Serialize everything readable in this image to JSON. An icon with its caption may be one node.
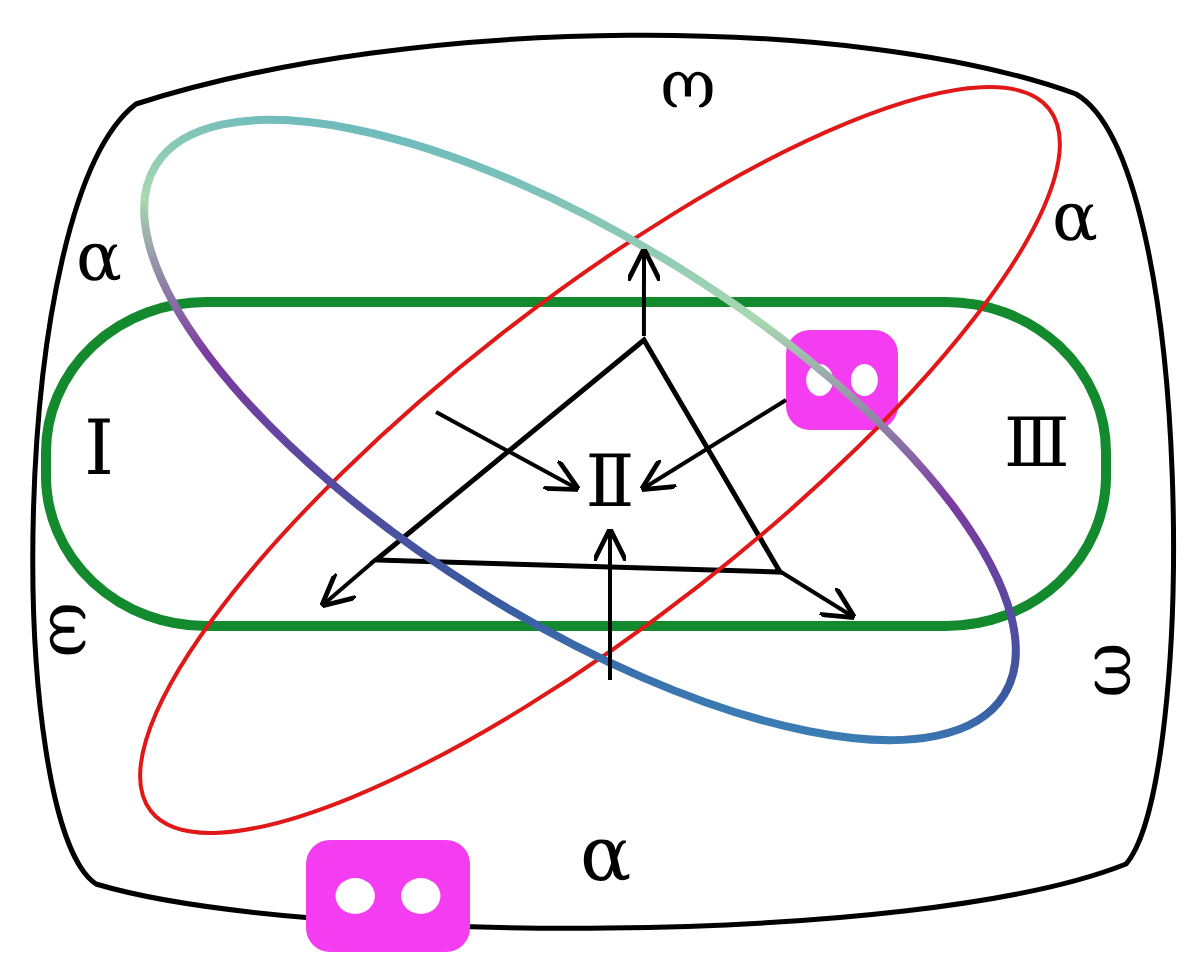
{
  "diagram": {
    "nodes": [
      {
        "text": [
          "ω",
          "α",
          "α",
          "ω",
          "ω",
          "α"
        ]
      },
      {
        "text": [
          "Ⅰ",
          "Ⅲ"
        ],
        "in": 0
      },
      {
        "text": [],
        "shape": "triangle",
        "in": 1
      },
      {
        "text": [
          "Ⅱ"
        ],
        "in": 2
      },
      {
        "text": [],
        "shape": "picture",
        "in": 1
      },
      {
        "text": [],
        "shape": "picture"
      }
    ],
    "edges": [
      {
        "from": 2,
        "to": null,
        "arrow": "to"
      },
      {
        "from": 2,
        "to": null,
        "arrow": "to"
      },
      {
        "from": 2,
        "to": null,
        "arrow": "to"
      },
      {
        "from": null,
        "to": 3,
        "arrow": "to"
      },
      {
        "from": 4,
        "to": 3,
        "arrow": "to"
      },
      {
        "from": null,
        "to": 3,
        "arrow": "to"
      }
    ]
  }
}
